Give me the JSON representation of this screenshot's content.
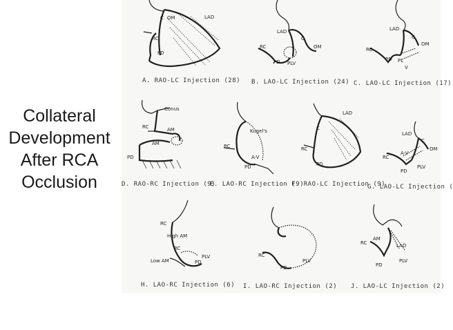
{
  "slide": {
    "title_lines": [
      "Collateral",
      "Development",
      "After RCA",
      "Occlusion"
    ]
  },
  "panels": [
    {
      "caption": "A. RAO-LC Injection (28)",
      "labels": [
        "C",
        "OM",
        "LAD",
        "RC",
        "PD"
      ]
    },
    {
      "caption": "B. LAO-LC Injection (24)",
      "labels": [
        "LAD",
        "C",
        "OM",
        "RC",
        "PD",
        "PLV"
      ]
    },
    {
      "caption": "C. LAO-LC Injection (17)",
      "labels": [
        "LAD",
        "C",
        "OM",
        "RC",
        "PD",
        "PL",
        "V"
      ]
    },
    {
      "caption": "D. RAO-RC Injection (9)",
      "labels": [
        "Conus",
        "RC",
        "AM",
        "AM",
        "PD"
      ]
    },
    {
      "caption": "E. LAO-RC Injection (9)",
      "labels": [
        "Kugel's",
        "RC",
        "A-V",
        "PD"
      ]
    },
    {
      "caption": "F. RAO-LC Injection (9)",
      "labels": [
        "LAD",
        "C",
        "RC",
        "PD"
      ]
    },
    {
      "caption": "G. LAO-LC Injection (",
      "labels": [
        "LAD",
        "C",
        "OM",
        "RC",
        "A-V",
        "PD",
        "PLV"
      ]
    },
    {
      "caption": "H. LAO-RC Injection (6)",
      "labels": [
        "RC",
        "High AM",
        "RC",
        "PLV",
        "Low AM",
        "PD"
      ]
    },
    {
      "caption": "I. LAO-RC Injection (2)",
      "labels": [
        "RC",
        "PD",
        "PLV"
      ]
    },
    {
      "caption": "J. LAO-LC Injection (2)",
      "labels": [
        "AM",
        "RC",
        "LAD",
        "PD",
        "PLV"
      ]
    }
  ]
}
